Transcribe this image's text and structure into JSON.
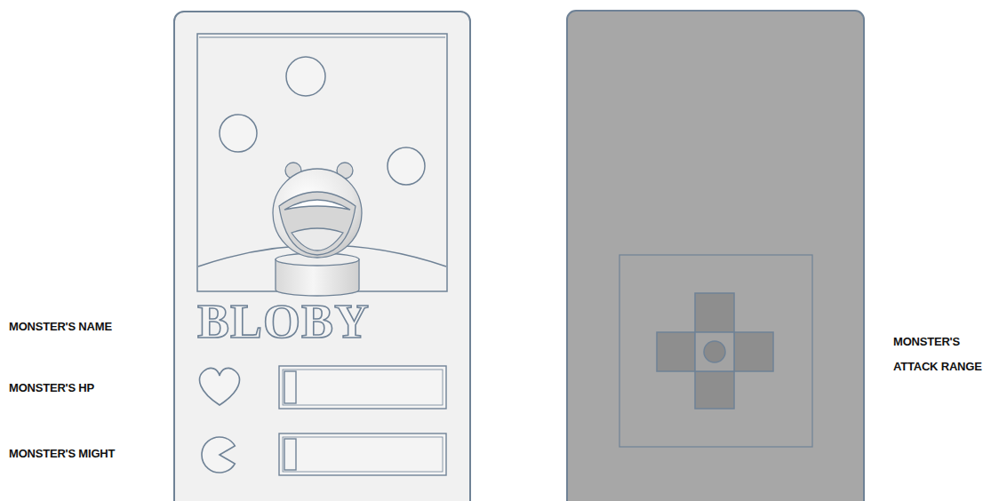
{
  "diagram": {
    "nodes": [
      {
        "text": [
          "BLOBY"
        ]
      }
    ],
    "labels": [
      "MONSTER'S NAME",
      "MONSTER'S HP",
      "MONSTER'S MIGHT",
      "MONSTER'S ATTACK RANGE"
    ]
  }
}
